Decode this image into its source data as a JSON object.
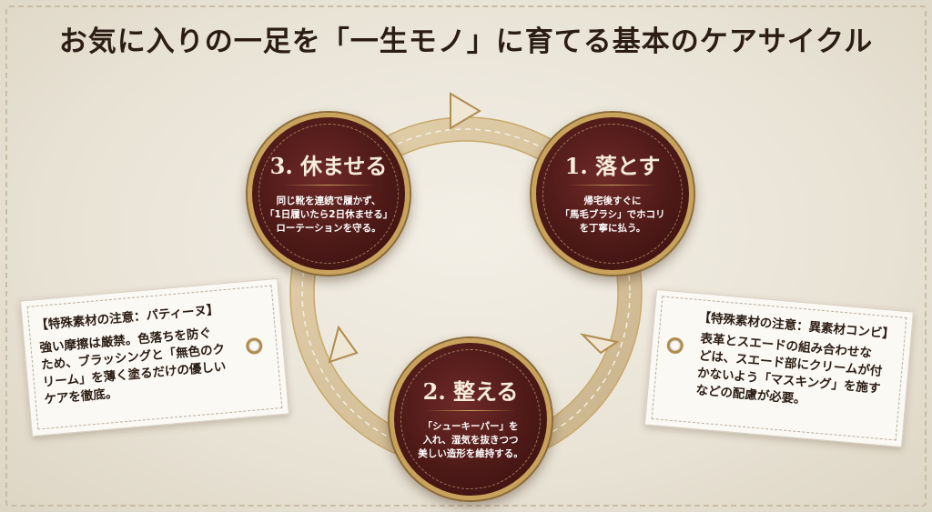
{
  "title": "お気に入りの一足を「一生モノ」に育てる基本のケアサイクル",
  "steps": [
    {
      "title": "1. 落とす",
      "lines": [
        "帰宅後すぐに",
        "「馬毛ブラシ」でホコリ",
        "を丁寧に払う。"
      ]
    },
    {
      "title": "2. 整える",
      "lines": [
        "「シューキーパー」を",
        "入れ、湿気を抜きつつ",
        "美しい造形を維持する。"
      ]
    },
    {
      "title": "3. 休ませる",
      "lines": [
        "同じ靴を連続で履かず、",
        "「1日履いたら2日休ませる」",
        "ローテーションを守る。"
      ]
    }
  ],
  "notes": {
    "left": {
      "heading": "【特殊素材の注意：パティーヌ】",
      "lines": [
        "強い摩擦は厳禁。色落ちを防ぐ",
        "ため、ブラッシングと「無色のク",
        "リーム」を薄く塗るだけの優しい",
        "ケアを徹底。"
      ]
    },
    "right": {
      "heading": "【特殊素材の注意：異素材コンビ】",
      "lines": [
        "表革とスエードの組み合わせな",
        "どは、スエード部にクリームが付",
        "かないよう「マスキング」を施す",
        "などの配慮が必要。"
      ]
    }
  },
  "colors": {
    "node_fill": "#4c1917",
    "node_border": "#c9a25b",
    "ring_stroke": "#c7a86a",
    "text_dark": "#2b1d14"
  }
}
